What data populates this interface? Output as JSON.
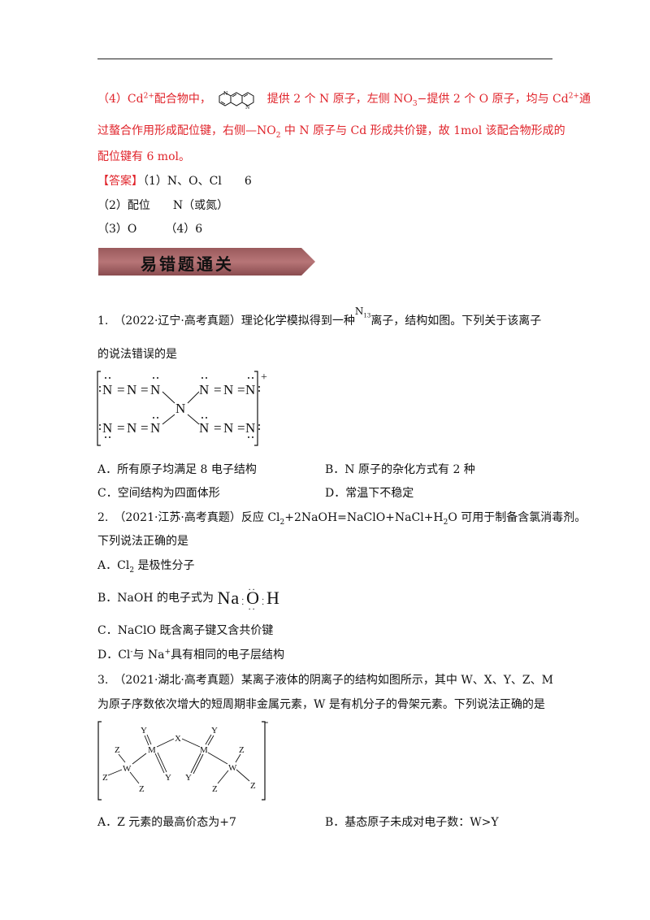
{
  "prev_answer": {
    "p4_a": "（4）Cd",
    "p4_sup": "2+",
    "p4_b": "配合物中，",
    "p4_c": "提供 2 个 N 原子，左侧 NO",
    "p4_sub": "3",
    "p4_d": "−提供 2 个 O 原子，均与 Cd",
    "p4_sup2": "2+",
    "p4_e": "通",
    "line2": "过螯合作用形成配位键，右侧—NO",
    "line2_sub": "2",
    "line2_b": " 中 N 原子与 Cd 形成共价键，故 1mol 该配合物形成的",
    "line3": "配位键有 6 mol。",
    "answer_label": "【答案】",
    "answer_1": "（1）N、O、Cl　　6",
    "answer_2": "（2）配位　　N（或氮）",
    "answer_3": "（3）O　　　（4）6"
  },
  "banner": {
    "title": "易错题通关"
  },
  "q1": {
    "stem_a": "1.　（2022·辽宁·高考真题）理论化学模拟得到一种",
    "ion": "N",
    "ion_sub": "13",
    "stem_b": "离子，结构如图。下列关于该离子",
    "stem_c": "的说法错误的是",
    "A": "A．所有原子均满足 8 电子结构",
    "B": "B．N 原子的杂化方式有 2 种",
    "C": "C．空间结构为四面体形",
    "D": "D．常温下不稳定"
  },
  "q2": {
    "stem_a": "2.　（2021·江苏·高考真题）反应 Cl",
    "stem_sub1": "2",
    "stem_b": "+2NaOH=NaClO+NaCl+H",
    "stem_sub2": "2",
    "stem_c": "O 可用于制备含氯消毒剂。",
    "stem_d": "下列说法正确的是",
    "A_a": "A．Cl",
    "A_sub": "2",
    "A_b": " 是极性分子",
    "B": "B．NaOH 的电子式为",
    "naoh_na": "Na",
    "naoh_o": "O",
    "naoh_h": "H",
    "C": "C．NaClO 既含离子键又含共价键",
    "D_a": "D．Cl",
    "D_sup1": "-",
    "D_b": "与 Na",
    "D_sup2": "+",
    "D_c": "具有相同的电子层结构"
  },
  "q3": {
    "stem_a": "3.　（2021·湖北·高考真题）某离子液体的阴离子的结构如图所示，其中 W、X、Y、Z、M",
    "stem_b": "为原子序数依次增大的短周期非金属元素，W 是有机分子的骨架元素。下列说法正确的是",
    "A": "A．Z 元素的最高价态为+7",
    "B": "B．基态原子未成对电子数：W>Y"
  }
}
